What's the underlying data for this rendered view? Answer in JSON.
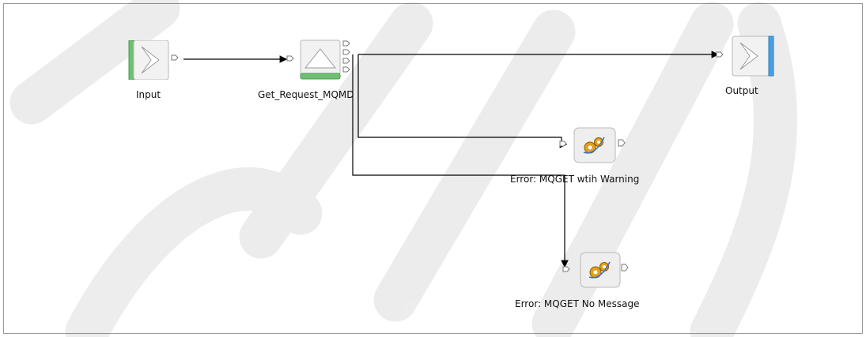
{
  "diagram": {
    "nodes": {
      "input": {
        "label": "Input",
        "type": "mq-input"
      },
      "get_request": {
        "label": "Get_Request_MQMD",
        "type": "mq-get"
      },
      "output": {
        "label": "Output",
        "type": "mq-output"
      },
      "error_warning": {
        "label": "Error: MQGET wtih Warning",
        "type": "compute"
      },
      "error_nomsg": {
        "label": "Error: MQGET No Message",
        "type": "compute"
      }
    },
    "connections": [
      {
        "from": "Input",
        "to": "Get_Request_MQMD"
      },
      {
        "from": "Get_Request_MQMD",
        "to": "Output"
      },
      {
        "from": "Get_Request_MQMD",
        "to": "Error: MQGET wtih Warning"
      },
      {
        "from": "Get_Request_MQMD",
        "to": "Error: MQGET No Message"
      }
    ],
    "colors": {
      "input_bar": "#6fbf73",
      "output_bar": "#4a9fe0",
      "get_bar": "#6fbf73",
      "node_fill": "#f2f2f2",
      "node_border": "#b8b8b8",
      "gear": "#e0a020",
      "wire": "#000000"
    }
  },
  "watermark": {
    "icon": "watermark-graphic"
  }
}
